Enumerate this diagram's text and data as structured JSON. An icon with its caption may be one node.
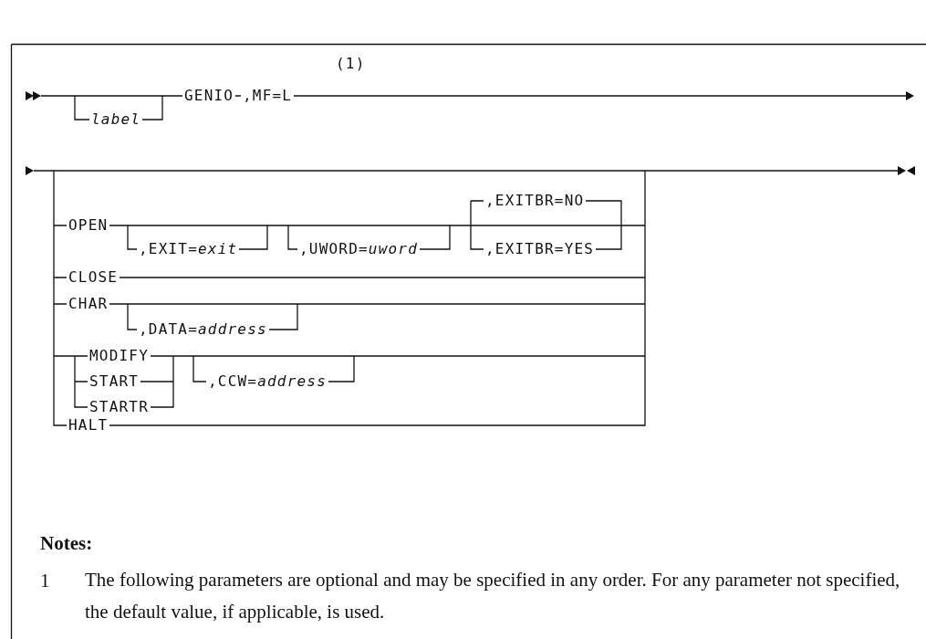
{
  "diagram": {
    "labels": [
      "(1)",
      "label",
      "GENIO",
      ",MF=L",
      ",EXITBR=NO",
      "OPEN",
      ",EXIT=*exit*",
      ",UWORD=*uword*",
      ",EXITBR=YES",
      "CLOSE",
      "CHAR",
      ",DATA=*address*",
      "MODIFY",
      "START",
      "STARTR",
      ",CCW=*address*",
      "HALT",
      "Notes:",
      "1",
      "The following parameters are optional and may be specified in any order. For any parameter not specified, the default value, if applicable, is used."
    ]
  }
}
